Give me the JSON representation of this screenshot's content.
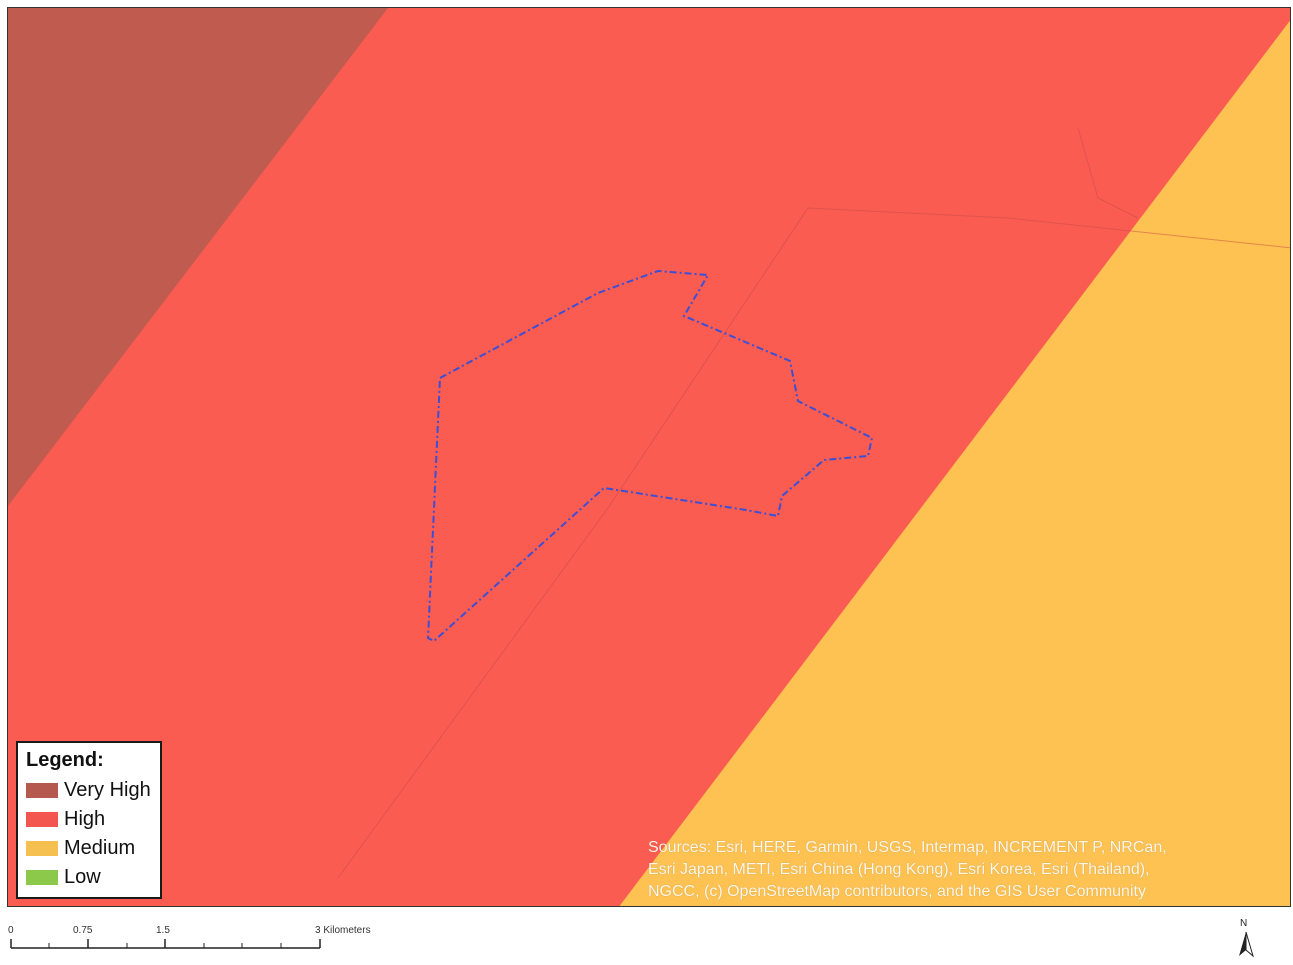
{
  "legend": {
    "title": "Legend:",
    "items": [
      {
        "label": "Very High",
        "color": "#b5594e"
      },
      {
        "label": "High",
        "color": "#f2564f"
      },
      {
        "label": "Medium",
        "color": "#f5c04f"
      },
      {
        "label": "Low",
        "color": "#8cc94a"
      }
    ]
  },
  "zones": {
    "very_high_color": "#c05c4f",
    "high_color": "#fb5c51",
    "medium_color": "#fdc252",
    "boundary_color": "#3b4fd6"
  },
  "attribution": {
    "lines": [
      "Sources: Esri, HERE, Garmin, USGS, Intermap, INCREMENT P, NRCan,",
      "Esri Japan, METI, Esri China (Hong Kong), Esri Korea, Esri (Thailand),",
      "NGCC, (c) OpenStreetMap contributors, and the GIS User Community"
    ]
  },
  "scalebar": {
    "labels": [
      "0",
      "0.75",
      "1.5",
      "3 Kilometers"
    ]
  },
  "north_arrow": {
    "label": "N",
    "icon": "north-arrow-icon"
  }
}
